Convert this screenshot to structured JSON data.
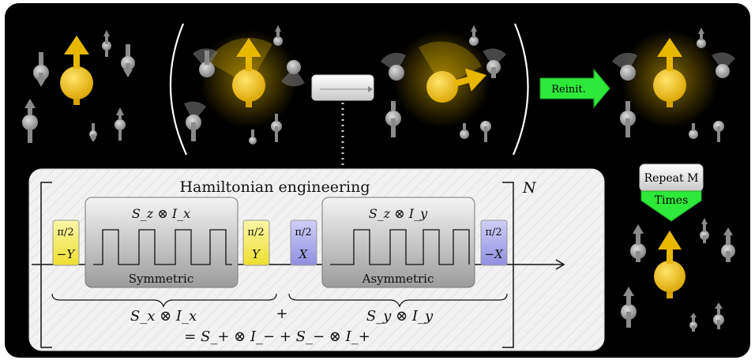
{
  "buttons": {
    "reinit_label": "Reinit.",
    "repeat_label": "Repeat M",
    "times_label": "Times"
  },
  "hamiltonian": {
    "title": "Hamiltonian engineering",
    "repeat_symbol": "N",
    "pulses": [
      {
        "frac": "π/2",
        "axis": "−Y",
        "color": "#f6f06a"
      },
      {
        "frac": "π/2",
        "axis": "Y",
        "color": "#f6f06a"
      },
      {
        "frac": "π/2",
        "axis": "X",
        "color": "#a9a9ee"
      },
      {
        "frac": "π/2",
        "axis": "−X",
        "color": "#a9a9ee"
      }
    ],
    "blocks": [
      {
        "operator": "S_z ⊗ I_x",
        "label": "Symmetric"
      },
      {
        "operator": "S_z ⊗ I_y",
        "label": "Asymmetric"
      }
    ],
    "brace_left": "S_x ⊗ I_x",
    "plus": "+",
    "brace_right": "S_y ⊗ I_y",
    "result": "= S_+ ⊗ I_− + S_− ⊗ I_+"
  },
  "colors": {
    "background": "#000000",
    "spin_gold": "#f2c200",
    "spin_gray": "#9a9a9a",
    "arrow_green": "#2ee83a",
    "panel": "#f1f1f1"
  }
}
